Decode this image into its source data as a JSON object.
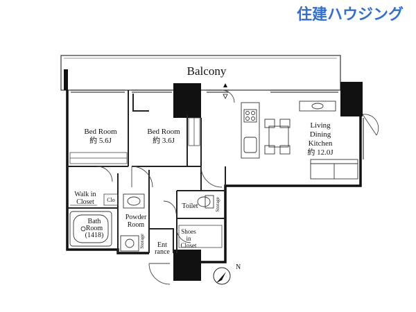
{
  "watermark": "住建ハウジング",
  "rooms": {
    "balcony": "Balcony",
    "bed1": [
      "Bed Room",
      "約 5.6J"
    ],
    "bed2": [
      "Bed Room",
      "約 3.6J"
    ],
    "ldk": [
      "Living",
      "Dining",
      "Kitchen",
      "約 12.0J"
    ],
    "walkin": [
      "Walk in",
      "Closet"
    ],
    "clo": "Clo",
    "bath": [
      "Bath",
      "Room",
      "(1418)"
    ],
    "powder": [
      "Powder",
      "Room"
    ],
    "storage1": "Storage",
    "storage2": "Storage",
    "toilet": "Toilet",
    "shoes": [
      "Shoes",
      "in",
      "Closet"
    ],
    "entrance": [
      "Ent",
      "rance"
    ]
  },
  "compass": {
    "label": "N"
  },
  "colors": {
    "wall": "#111111",
    "line": "#333333",
    "watermark": "#2f6fd6"
  }
}
